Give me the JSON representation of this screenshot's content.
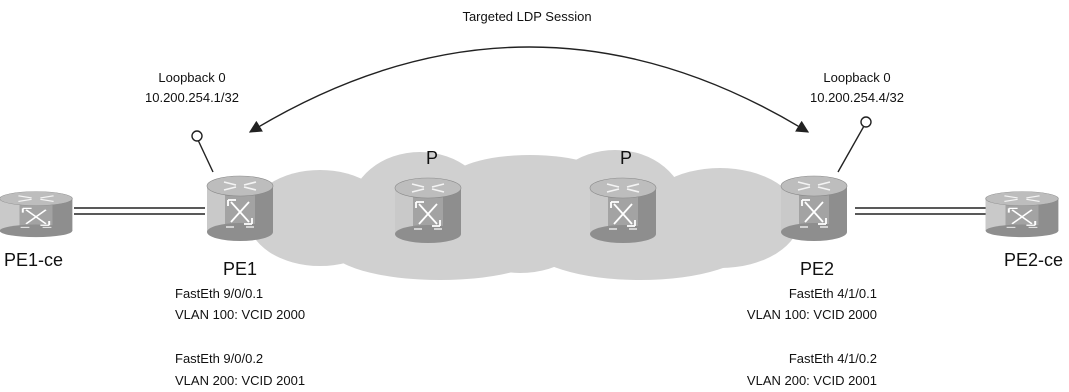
{
  "session_label": "Targeted LDP Session",
  "colors": {
    "cloud": "#cfcfcf",
    "router_top": "#b9b9b9",
    "router_side": "#9a9a9a",
    "router_side_light": "#c4c4c4",
    "line": "#222222"
  },
  "icons": {
    "router": "router-icon",
    "loopback": "loopback-icon"
  },
  "pe1": {
    "loopback_label": "Loopback 0",
    "loopback_ip": "10.200.254.1/32",
    "name": "PE1",
    "interfaces": [
      {
        "name": "FastEth 9/0/0.1",
        "vlan": "VLAN 100: VCID 2000"
      },
      {
        "name": "FastEth 9/0/0.2",
        "vlan": "VLAN 200: VCID 2001"
      }
    ]
  },
  "pe2": {
    "loopback_label": "Loopback 0",
    "loopback_ip": "10.200.254.4/32",
    "name": "PE2",
    "interfaces": [
      {
        "name": "FastEth 4/1/0.1",
        "vlan": "VLAN 100: VCID 2000"
      },
      {
        "name": "FastEth 4/1/0.2",
        "vlan": "VLAN 200: VCID 2001"
      }
    ]
  },
  "p_left": {
    "name": "P"
  },
  "p_right": {
    "name": "P"
  },
  "ce_left": {
    "name": "PE1-ce"
  },
  "ce_right": {
    "name": "PE2-ce"
  }
}
